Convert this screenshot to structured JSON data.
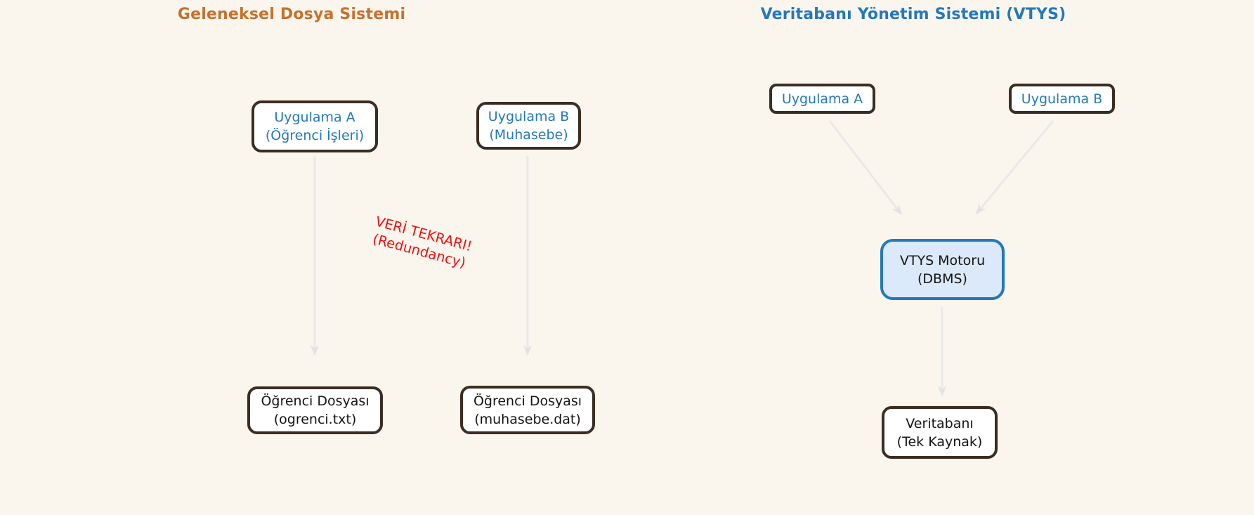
{
  "colors": {
    "background": "#faf6ee",
    "box_border_dark": "#3c2d22",
    "blue_accent": "#2478bb",
    "orange_accent": "#c7702e",
    "warning_red": "#ee1111",
    "engine_fill": "#dbe9fa",
    "arrow_gray": "#e9e9e9"
  },
  "left_panel": {
    "title": "Geleneksel Dosya Sistemi",
    "app_a": {
      "line1": "Uygulama A",
      "line2": "(Öğrenci İşleri)"
    },
    "app_b": {
      "line1": "Uygulama B",
      "line2": "(Muhasebe)"
    },
    "warning": {
      "line1": "VERİ TEKRARI!",
      "line2": "(Redundancy)"
    },
    "file_a": {
      "line1": "Öğrenci Dosyası",
      "line2": "(ogrenci.txt)"
    },
    "file_b": {
      "line1": "Öğrenci Dosyası",
      "line2": "(muhasebe.dat)"
    }
  },
  "right_panel": {
    "title": "Veritabanı Yönetim Sistemi (VTYS)",
    "app_a": {
      "label": "Uygulama A"
    },
    "app_b": {
      "label": "Uygulama B"
    },
    "engine": {
      "line1": "VTYS Motoru",
      "line2": "(DBMS)"
    },
    "db": {
      "line1": "Veritabanı",
      "line2": "(Tek Kaynak)"
    }
  }
}
